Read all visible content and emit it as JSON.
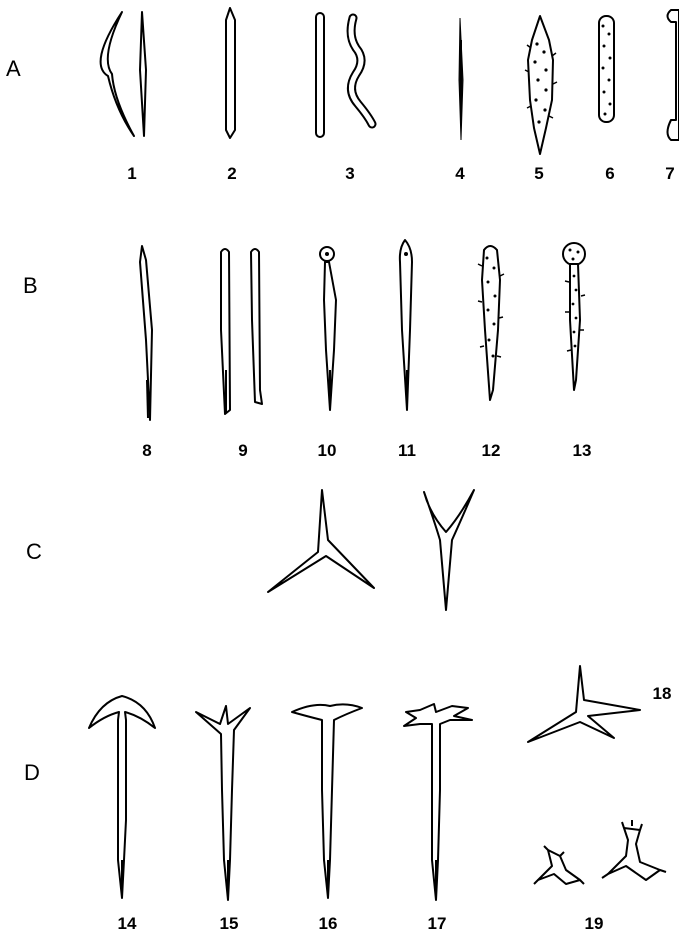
{
  "rows": [
    "A",
    "B",
    "C",
    "D"
  ],
  "numbers": [
    "1",
    "2",
    "3",
    "4",
    "5",
    "6",
    "7",
    "8",
    "9",
    "10",
    "11",
    "12",
    "13",
    "14",
    "15",
    "16",
    "17",
    "18",
    "19"
  ]
}
